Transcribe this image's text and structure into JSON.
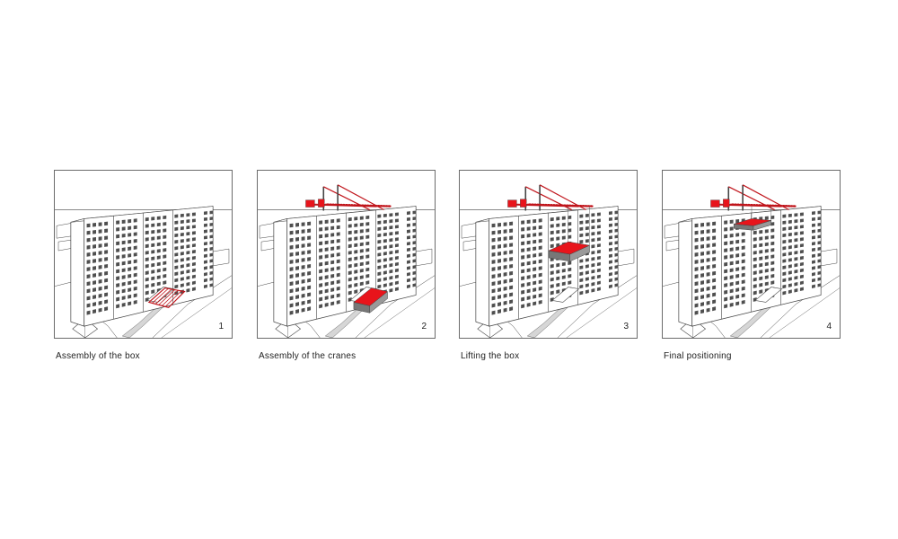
{
  "panels": [
    {
      "number": "1",
      "caption": "Assembly of the box",
      "stage": 1
    },
    {
      "number": "2",
      "caption": "Assembly of the cranes",
      "stage": 2
    },
    {
      "number": "3",
      "caption": "Lifting the box",
      "stage": 3
    },
    {
      "number": "4",
      "caption": "Final positioning",
      "stage": 4
    }
  ],
  "colors": {
    "box": "#e8141b",
    "crane": "#c0141b",
    "line": "#444444",
    "window": "#4f4f4f",
    "road": "#d6d6d6"
  }
}
